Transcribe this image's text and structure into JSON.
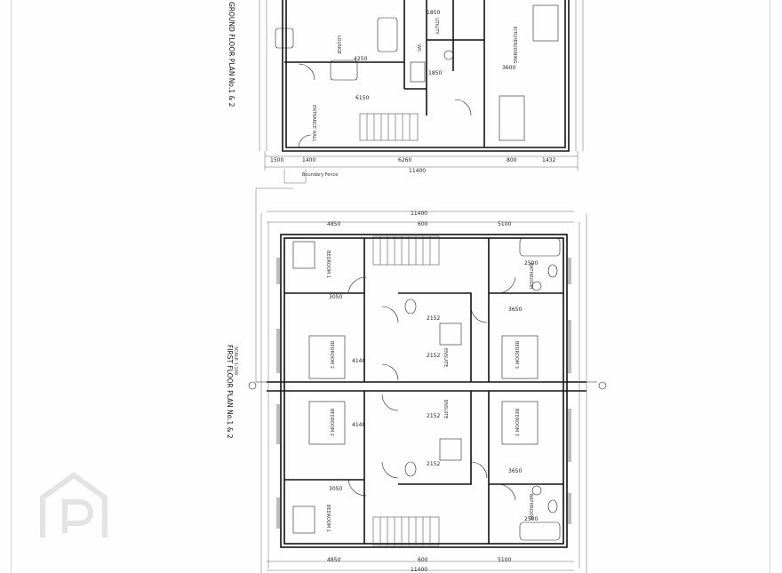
{
  "plans": {
    "ground": {
      "title": "GROUND FLOOR PLAN No.1 & 2",
      "rooms": {
        "lounge": "LOUNGE",
        "kitchen": "KITCHEN/DINING",
        "utility": "UTILITY",
        "wc": "WC",
        "entrance": "ENTRANCE HALL"
      },
      "dims": {
        "d1850": "1850",
        "d4250": "4250",
        "d6150": "6150",
        "d3600": "3600",
        "d1850b": "1850",
        "d1500": "1500",
        "d1400": "1400",
        "d6260": "6260",
        "d800": "800",
        "d1432": "1432",
        "overall": "11400",
        "boundary": "Boundary Fence"
      }
    },
    "first": {
      "title": "FIRST FLOOR PLAN No.1 & 2",
      "scale": "SCALE 1:100",
      "rooms": {
        "bed1_top": "BEDROOM 1",
        "bed2_top": "BEDROOM 2",
        "bed3_top": "BEDROOM 3",
        "bath_top": "BATHROOM",
        "ens_top": "ENSUITE",
        "bed1_bot": "BEDROOM 1",
        "bed2_bot": "BEDROOM 2",
        "bed3_bot": "BEDROOM 3",
        "bath_bot": "BATHROOM",
        "ens_bot": "ENSUITE"
      },
      "dims": {
        "top_overall": "11400",
        "top_left": "4850",
        "top_mid": "600",
        "top_right": "5100",
        "d2500a": "2500",
        "d3050a": "3050",
        "d3650a": "3650",
        "d2152a": "2152",
        "d2152b": "2152",
        "d4140a": "4140",
        "d4140b": "4140",
        "d2152c": "2152",
        "d2152d": "2152",
        "d3650b": "3650",
        "d3050b": "3050",
        "d2500b": "2500",
        "bot_left": "4850",
        "bot_mid": "600",
        "bot_right": "5100",
        "bot_overall": "11400"
      }
    }
  },
  "icons": {
    "watermark": "property-pal-logo-icon"
  },
  "colors": {
    "line": "#111111",
    "paper": "#fefefe",
    "watermark": "#e6e6e6"
  }
}
